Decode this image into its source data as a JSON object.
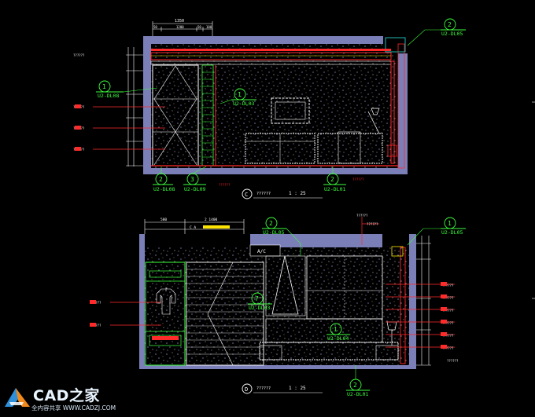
{
  "upper": {
    "dims_top_total": "1350",
    "dims_top_segments": [
      "50",
      "1200",
      "50",
      "100"
    ],
    "callouts": [
      {
        "num": "1",
        "code": "U2-DL08"
      },
      {
        "num": "1",
        "code": "U2-DL03"
      },
      {
        "num": "2",
        "code": "U2-DL05"
      },
      {
        "num": "2",
        "code": "U2-DL08"
      },
      {
        "num": "3",
        "code": "U2-DL09"
      },
      {
        "num": "2",
        "code": "U2-DL01"
      }
    ],
    "title_bubble": "C",
    "title_text": "?????? ",
    "scale": "1 : 25"
  },
  "lower": {
    "dims_top": [
      "580",
      "2 1400"
    ],
    "ca_label": "C A",
    "ac_label": "A/C",
    "callouts": [
      {
        "num": "2",
        "code": "U2-DL05"
      },
      {
        "num": "1",
        "code": "U2-DL05"
      },
      {
        "num": "7",
        "code": "U2-DL03"
      },
      {
        "num": "1",
        "code": "U2-DL04"
      },
      {
        "num": "2",
        "code": "U2-DL01"
      }
    ],
    "title_bubble": "D",
    "title_text": "?????? ",
    "scale": "1 : 25"
  },
  "watermark": {
    "brand": "CAD之家",
    "url": "全内容共享 WWW.CADZJ.COM",
    "colors": {
      "brand": "#e8f4ff",
      "logo_blue": "#2f8fd8",
      "logo_orange": "#f08a1c"
    }
  },
  "colors": {
    "background": "#000000",
    "wall": "#7b7fb8",
    "red": "#ff2a2a",
    "green": "#3cff3c",
    "cyan": "#28e0e0",
    "white": "#ffffff",
    "yellow": "#ffe600"
  }
}
